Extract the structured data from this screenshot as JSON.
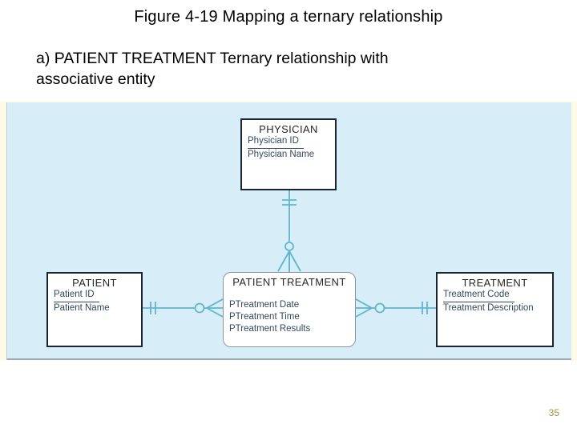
{
  "slide": {
    "title": "Figure 4-19 Mapping a ternary relationship",
    "subtitle": "a) PATIENT TREATMENT Ternary relationship with associative entity",
    "page_number": "35"
  },
  "colors": {
    "panel_background": "#d7edf8",
    "connector_teal": "#5fb6cd",
    "entity_border_dark": "#1b2530",
    "associative_border_gray": "#8796a1",
    "attribute_text": "#33485c",
    "page_number_gold": "#a39344"
  },
  "diagram": {
    "entities": [
      {
        "id": "physician",
        "name": "PHYSICIAN",
        "shape": "rectangle",
        "attributes": [
          {
            "label": "Physician ID",
            "key": true
          },
          {
            "label": "Physician Name",
            "key": false
          }
        ]
      },
      {
        "id": "patient",
        "name": "PATIENT",
        "shape": "rectangle",
        "attributes": [
          {
            "label": "Patient ID",
            "key": true
          },
          {
            "label": "Patient Name",
            "key": false
          }
        ]
      },
      {
        "id": "patient_treatment",
        "name": "PATIENT TREATMENT",
        "shape": "rounded-rectangle (associative entity)",
        "attributes": [
          {
            "label": "PTreatment Date",
            "key": false
          },
          {
            "label": "PTreatment Time",
            "key": false
          },
          {
            "label": "PTreatment Results",
            "key": false
          }
        ]
      },
      {
        "id": "treatment",
        "name": "TREATMENT",
        "shape": "rectangle",
        "attributes": [
          {
            "label": "Treatment Code",
            "key": true
          },
          {
            "label": "Treatment Description",
            "key": false
          }
        ]
      }
    ],
    "relationships": [
      {
        "from": "PHYSICIAN",
        "to": "PATIENT TREATMENT",
        "from_end": "one (mandatory, double tick)",
        "to_end": "many (optional, circle + crow's foot)"
      },
      {
        "from": "PATIENT",
        "to": "PATIENT TREATMENT",
        "from_end": "one (mandatory, double tick)",
        "to_end": "many (optional, circle + crow's foot)"
      },
      {
        "from": "TREATMENT",
        "to": "PATIENT TREATMENT",
        "from_end": "one (mandatory, double tick)",
        "to_end": "many (optional, circle + crow's foot)"
      }
    ]
  }
}
